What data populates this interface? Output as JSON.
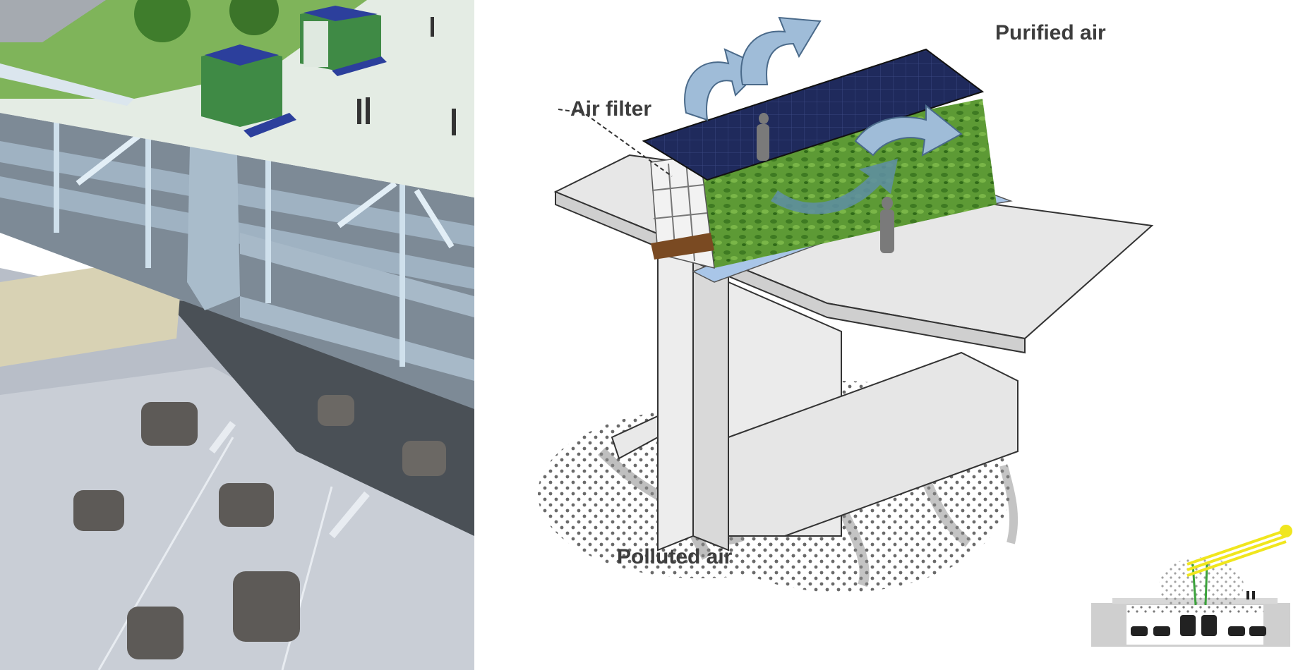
{
  "diagram": {
    "labels": {
      "air_filter": "Air filter",
      "purified_air": "Purified air",
      "polluted_air": "Polluted air"
    }
  },
  "colors": {
    "solar_panel": "#1f2a5c",
    "greenery": "#4f8f2a",
    "arrow_fill": "#9fbcd8",
    "concrete": "#e9e9e9",
    "smoke": "#8a8a8a",
    "label_text": "#3d3d3d",
    "sun": "#f0e61e"
  }
}
